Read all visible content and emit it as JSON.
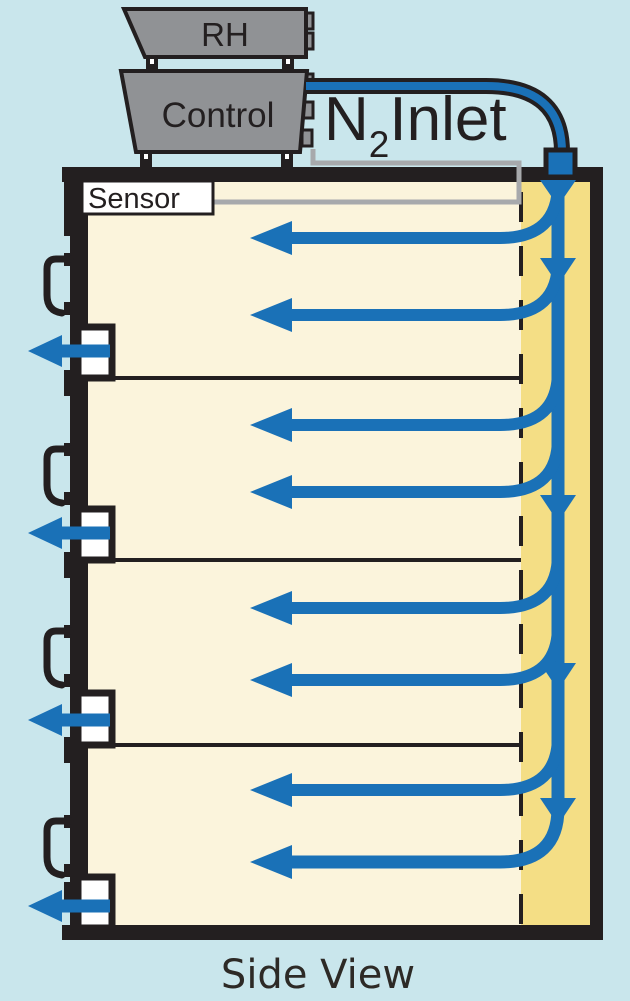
{
  "caption": "Side View",
  "devices": {
    "rh": "RH",
    "control": "Control"
  },
  "labels": {
    "sensor": "Sensor",
    "n2_element": "N",
    "n2_subscript": "2",
    "n2_word": "Inlet"
  },
  "flow": {
    "compartments": 4,
    "inlet_arrows_per_compartment": 2,
    "exhaust_vents": 4,
    "pipe_arrowheads": 5
  },
  "colors": {
    "background": "#C9E6EC",
    "interior": "#FBF4DC",
    "plenum": "#F4DE85",
    "flow_blue": "#1A71B7",
    "device_gray": "#909295",
    "wire_gray": "#A7A9AC",
    "outline": "#231F20"
  }
}
